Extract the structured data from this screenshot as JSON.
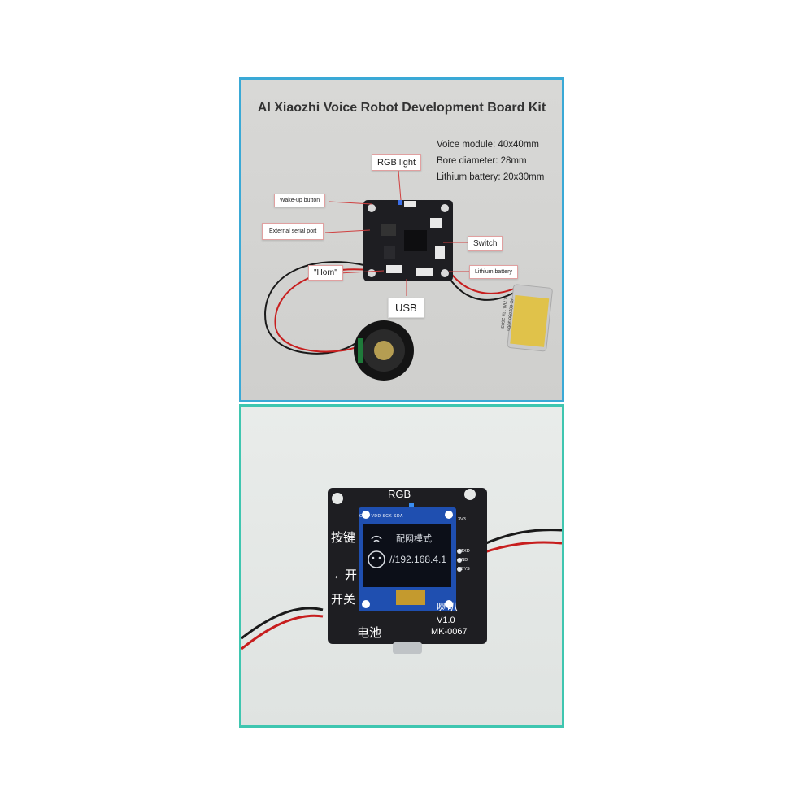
{
  "top_panel": {
    "title": "AI Xiaozhi Voice Robot Development Board Kit",
    "specs": [
      "Voice module: 40x40mm",
      "Bore diameter: 28mm",
      "Lithium battery: 20x30mm"
    ],
    "labels": {
      "rgb_light": "RGB light",
      "wake_up_button": "Wake-up button",
      "external_serial_port": "External serial port",
      "switch": "Switch",
      "horn": "\"Horn\"",
      "lithium_battery": "Lithium battery",
      "usb": "USB"
    },
    "battery_print": [
      "VC 602030 300h",
      "3.7V0.11h 250S"
    ]
  },
  "bottom_panel": {
    "silkscreen": {
      "rgb": "RGB",
      "key": "按键",
      "arrow_open": "←开",
      "switch": "开关",
      "battery": "电池",
      "horn": "喇叭",
      "version": "V1.0",
      "model": "MK-0067",
      "v3v3": "3V3",
      "gnd": "GND",
      "vsys": "VSYS",
      "stxd": "STXD"
    },
    "oled_pins": "GND VDD SCK SDA",
    "oled_screen": {
      "mode_text": "配网模式",
      "ip_text": "//192.168.4.1"
    }
  },
  "colors": {
    "top_border": "#3aa9d6",
    "bottom_border": "#3fc6b0",
    "pcb": "#1e1e22",
    "oled_board": "#1f4fb0",
    "oled_screen": "#0c0f18"
  }
}
